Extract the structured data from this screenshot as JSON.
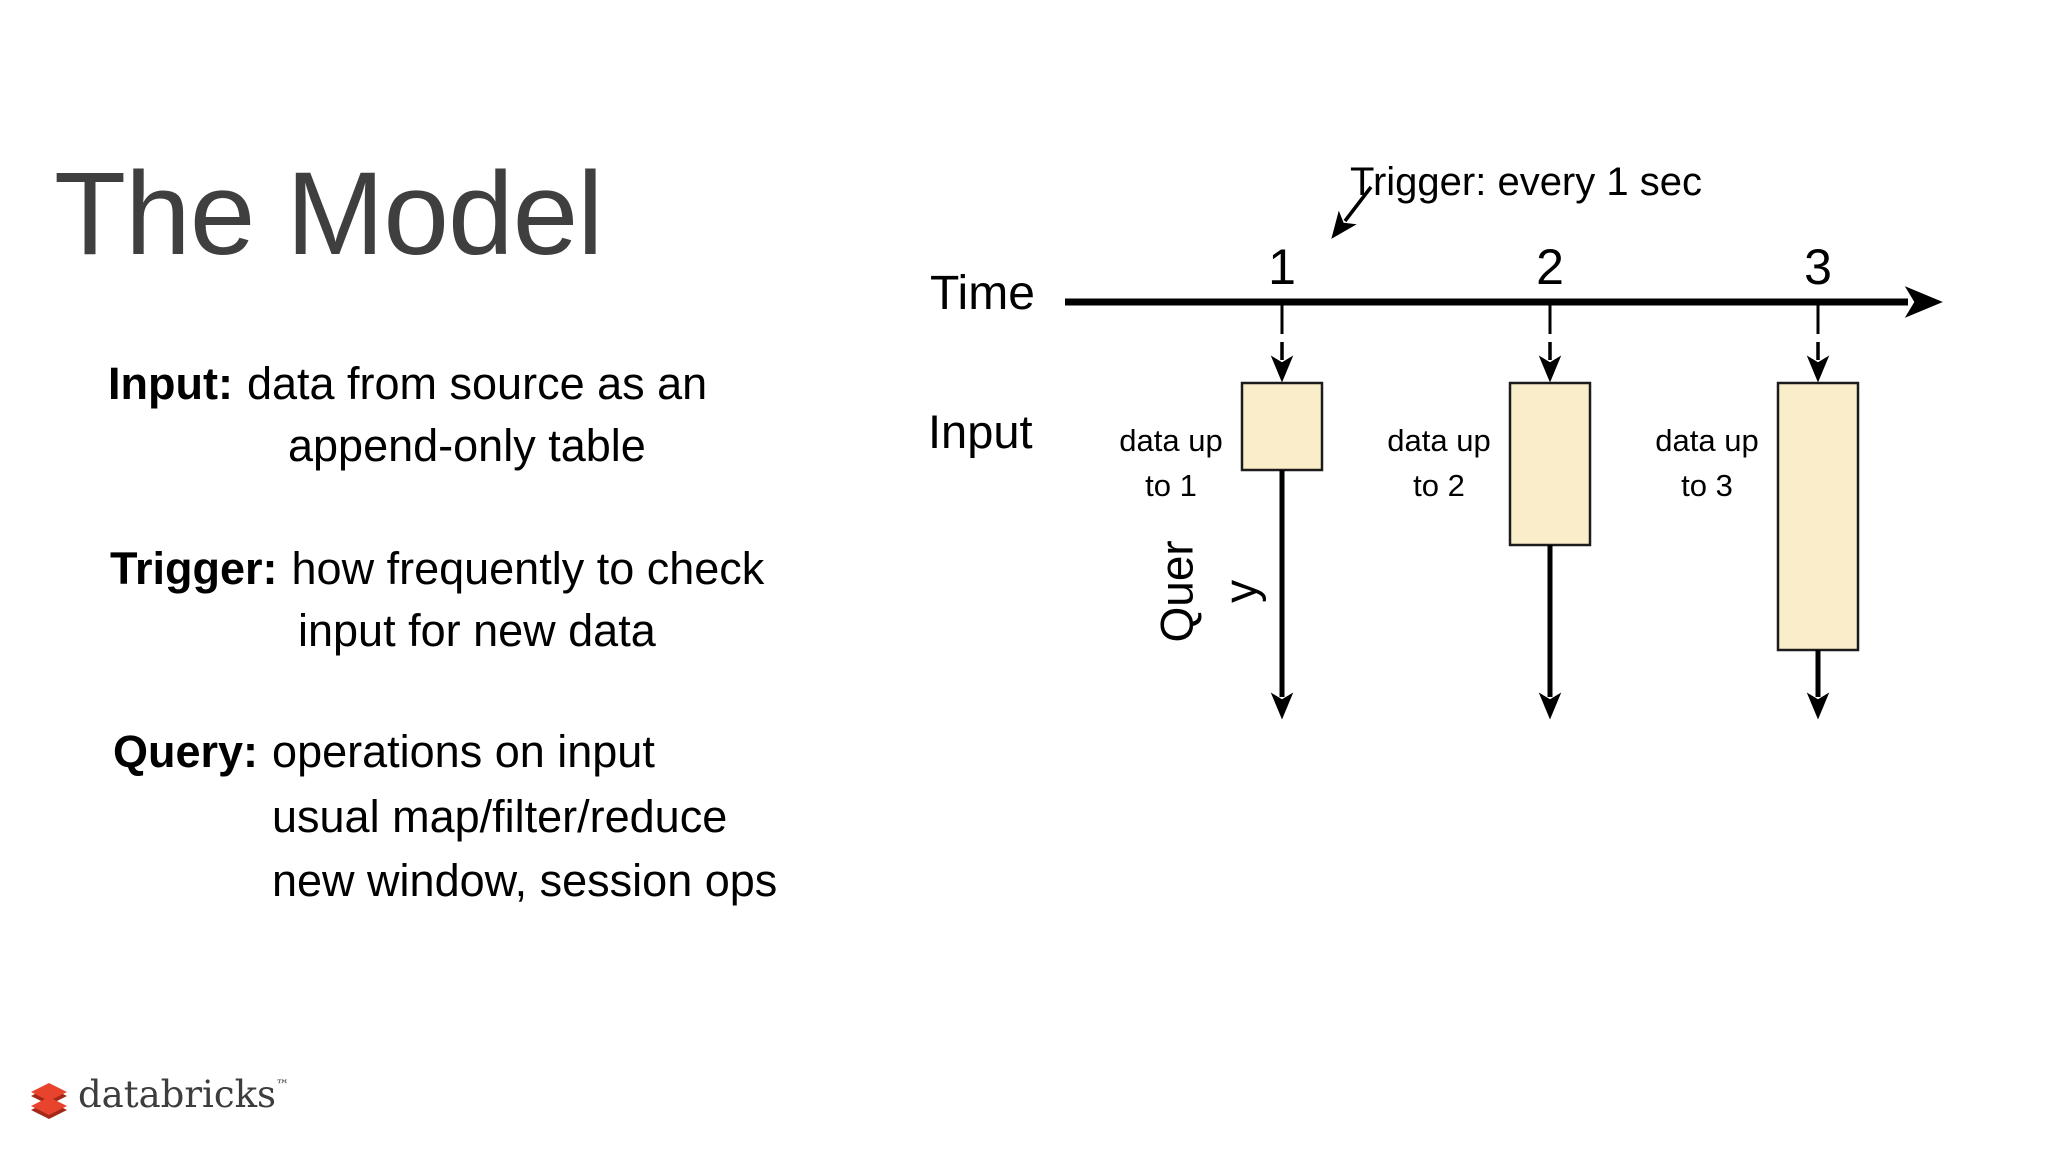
{
  "slide": {
    "title": "The Model",
    "concepts": [
      {
        "label": "Input:",
        "lines": [
          "data from source as an",
          "append-only table"
        ]
      },
      {
        "label": "Trigger:",
        "lines": [
          "how frequently to check",
          "input for new data"
        ]
      },
      {
        "label": "Query:",
        "lines": [
          "operations on input",
          "usual map/filter/reduce",
          "new window, session ops"
        ]
      }
    ]
  },
  "diagram": {
    "trigger_annotation": "Trigger: every 1 sec",
    "time_axis_label": "Time",
    "input_row_label": "Input",
    "query_label": "Query",
    "ticks": [
      "1",
      "2",
      "3"
    ],
    "inputs": [
      {
        "caption_line1": "data up",
        "caption_line2": "to 1"
      },
      {
        "caption_line1": "data up",
        "caption_line2": "to 2"
      },
      {
        "caption_line1": "data up",
        "caption_line2": "to 3"
      }
    ],
    "colors": {
      "box_fill": "#FAEECA",
      "box_border": "#1C1C1C",
      "line_black": "#000000",
      "title_gray": "#3F3F3F"
    }
  },
  "footer": {
    "brand": "databricks",
    "trademark": "™",
    "brand_red": "#E8432D"
  }
}
